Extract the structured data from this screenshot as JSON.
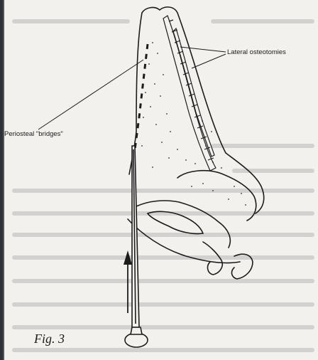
{
  "labels": {
    "lateral_osteotomies": "Lateral osteotomies",
    "periosteal_bridges": "Periosteal \"bridges\"",
    "figure_caption": "Fig. 3"
  },
  "colors": {
    "ink": "#1c1c1c",
    "paper": "#f2f1ee",
    "overprint_text": "#9a9a9a"
  }
}
